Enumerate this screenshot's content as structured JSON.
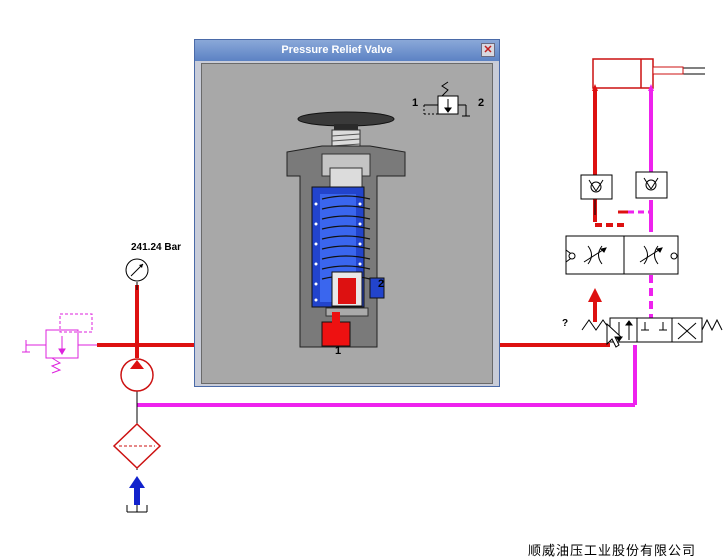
{
  "dialog": {
    "title": "Pressure Relief Valve",
    "close_symbol": "✕",
    "port_main": "1",
    "port_tank": "2",
    "symbol_port_in": "1",
    "symbol_port_out": "2"
  },
  "circuit": {
    "gauge_reading": "241.24 Bar",
    "unknown_label": "?"
  },
  "footer": {
    "company": "顺威油压工业股份有限公司"
  },
  "colors": {
    "pressure_line": "#dd1111",
    "return_line": "#ee22ee",
    "suction_arrow": "#1122cc",
    "spring": "#2244cc",
    "body_gray": "#7a7a7a"
  }
}
